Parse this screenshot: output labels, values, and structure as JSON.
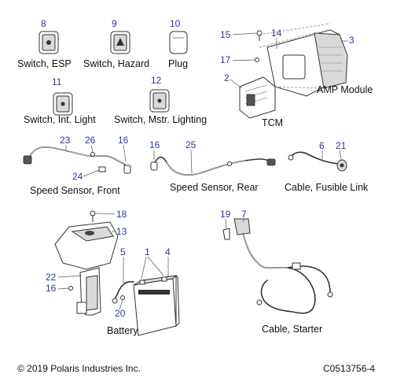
{
  "callouts": {
    "c8": "8",
    "c9": "9",
    "c10": "10",
    "c11": "11",
    "c12": "12",
    "c15": "15",
    "c14": "14",
    "c3": "3",
    "c17": "17",
    "c2": "2",
    "c23": "23",
    "c26": "26",
    "c16a": "16",
    "c24": "24",
    "c16b": "16",
    "c25": "25",
    "c6": "6",
    "c21": "21",
    "c18": "18",
    "c13": "13",
    "c5": "5",
    "c1": "1",
    "c4": "4",
    "c22": "22",
    "c16c": "16",
    "c20": "20",
    "c19": "19",
    "c7": "7"
  },
  "labels": {
    "switch_esp": "Switch, ESP",
    "switch_hazard": "Switch, Hazard",
    "plug": "Plug",
    "amp_module": "AMP Module",
    "switch_int_light": "Switch, Int. Light",
    "switch_mstr_lighting": "Switch, Mstr. Lighting",
    "tcm": "TCM",
    "speed_sensor_front": "Speed Sensor, Front",
    "speed_sensor_rear": "Speed Sensor, Rear",
    "cable_fusible_link": "Cable, Fusible Link",
    "battery": "Battery",
    "cable_starter": "Cable, Starter"
  },
  "footer": {
    "copyright": "© 2019 Polaris Industries Inc.",
    "code": "C0513756-4"
  },
  "colors": {
    "callout": "#2a3a9e",
    "text": "#111111",
    "line": "#333333"
  }
}
